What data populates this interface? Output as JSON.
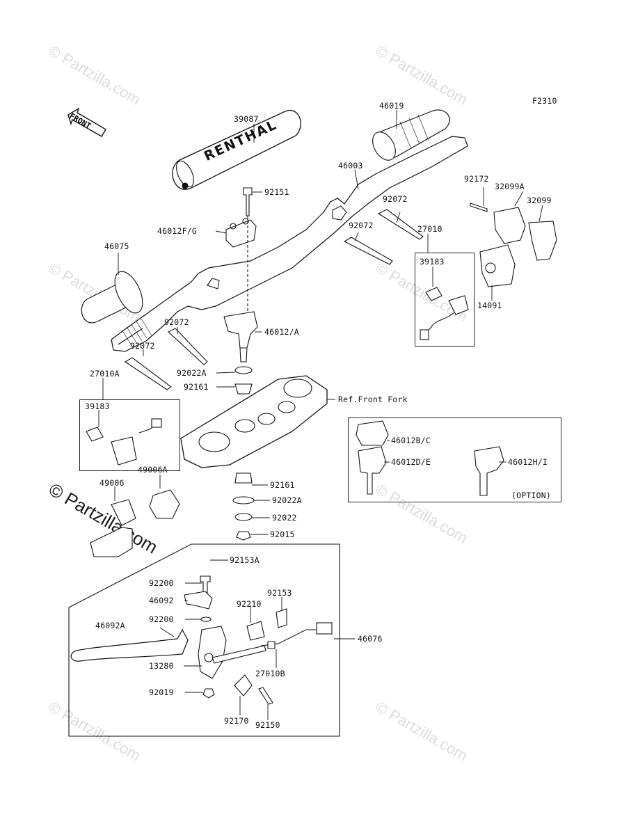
{
  "diagram_code": "F2310",
  "direction_label": "FRONT",
  "watermark": "© Partzilla.com",
  "grip_brand": "RENTHAL",
  "reference_label": "Ref.Front Fork",
  "option_label": "(OPTION)",
  "parts": {
    "p39087": "39087",
    "p46019": "46019",
    "p46003": "46003",
    "p92151": "92151",
    "p46012fg": "46012F/G",
    "p46075": "46075",
    "p92072a": "92072",
    "p92072b": "92072",
    "p92072c": "92072",
    "p92072d": "92072",
    "p92172": "92172",
    "p32099a": "32099A",
    "p32099": "32099",
    "p27010": "27010",
    "p39183a": "39183",
    "p14091": "14091",
    "p46012a": "46012/A",
    "p92022a1": "92022A",
    "p92161a": "92161",
    "p27010a": "27010A",
    "p39183b": "39183",
    "p49006a": "49006A",
    "p49006": "49006",
    "p92161b": "92161",
    "p92022a2": "92022A",
    "p92022": "92022",
    "p92015": "92015",
    "p46012bc": "46012B/C",
    "p46012de": "46012D/E",
    "p46012hi": "46012H/I",
    "p92153a": "92153A",
    "p92200a": "92200",
    "p46092": "46092",
    "p92210": "92210",
    "p92153": "92153",
    "p92200b": "92200",
    "p46092a": "46092A",
    "p46076": "46076",
    "p13280": "13280",
    "p27010b": "27010B",
    "p92019": "92019",
    "p92170": "92170",
    "p92150": "92150"
  }
}
